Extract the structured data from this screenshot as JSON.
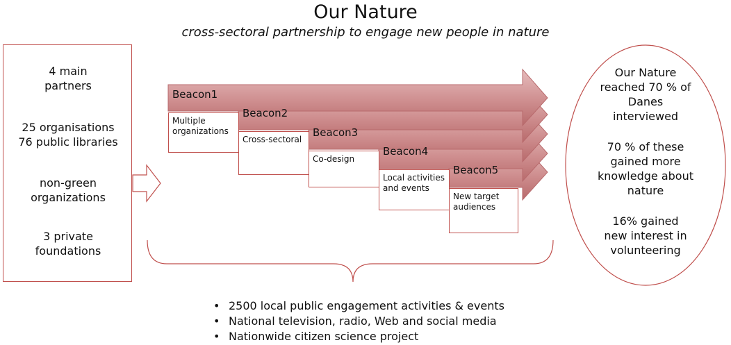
{
  "title": "Our Nature",
  "subtitle": "cross-sectoral partnership to engage new people in nature",
  "partners": [
    "4 main\npartners",
    "25 organisations\n76 public libraries",
    "non-green\norganizations",
    "3 private\nfoundations"
  ],
  "beacons": [
    {
      "label": "Beacon1",
      "description": "Multiple\norganizations"
    },
    {
      "label": "Beacon2",
      "description": "Cross-sectoral"
    },
    {
      "label": "Beacon3",
      "description": "Co-design"
    },
    {
      "label": "Beacon4",
      "description": "Local activities\nand events"
    },
    {
      "label": "Beacon5",
      "description": "New target\naudiences"
    }
  ],
  "results": [
    "Our Nature\nreached 70 % of\nDanes\ninterviewed",
    "70 % of these\ngained more\nknowledge about\nnature",
    "16% gained\nnew interest in\nvolunteering"
  ],
  "outputs": [
    "2500 local public engagement activities & events",
    "National television, radio, Web and social media",
    "Nationwide citizen science project"
  ],
  "colors": {
    "border": "#c0504d",
    "arrow_light": "#e3b7b7",
    "arrow_dark": "#b86a6c"
  }
}
